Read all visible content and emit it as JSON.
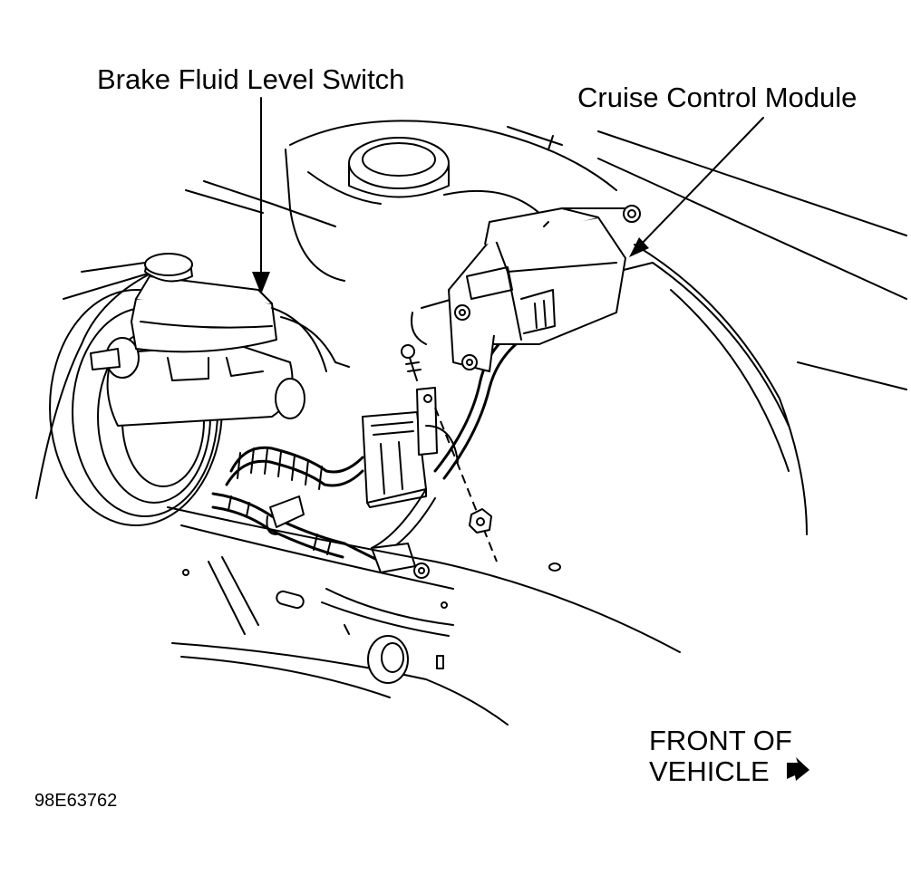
{
  "callouts": {
    "brake_fluid_level_switch": "Brake Fluid Level Switch",
    "cruise_control_module": "Cruise Control Module"
  },
  "orientation": {
    "line1": "FRONT OF",
    "line2": "VEHICLE"
  },
  "figure_id": "98E63762",
  "colors": {
    "ink": "#000000",
    "paper": "#ffffff"
  }
}
